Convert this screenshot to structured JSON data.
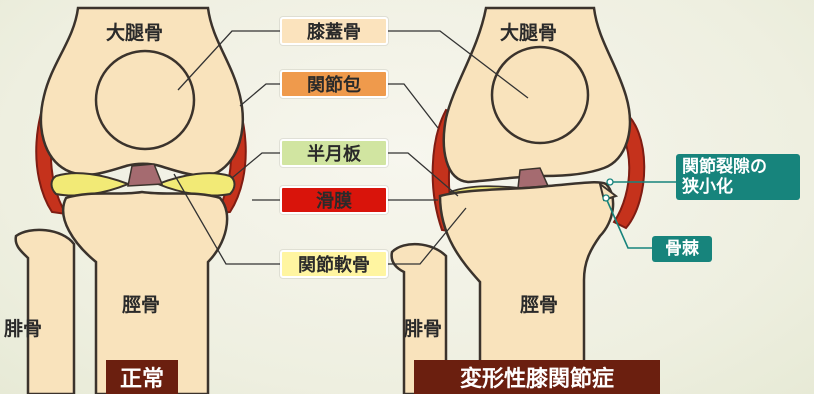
{
  "colors": {
    "bone": "#f9e3bc",
    "outline": "#3b332c",
    "capsule_red": "#c5321c",
    "capsule_dark": "#7f1c12",
    "meniscus": "#f2ea76",
    "synovium": "#a56b70",
    "box_tan": "#fbe3bd",
    "box_orange": "#ef9a4c",
    "box_green": "#d1e5a1",
    "box_red": "#d9140b",
    "box_yellow": "#fff5a1",
    "teal": "#17847c",
    "title_bg": "#6b1f0f"
  },
  "left_knee": {
    "femur_label": "大腿骨",
    "tibia_label": "脛骨",
    "fibula_label": "腓骨",
    "caption": "正常"
  },
  "right_knee": {
    "femur_label": "大腿骨",
    "tibia_label": "脛骨",
    "fibula_label": "腓骨",
    "caption": "変形性膝関節症"
  },
  "center_labels": {
    "patella": "膝蓋骨",
    "capsule": "関節包",
    "meniscus": "半月板",
    "synovium": "滑膜",
    "cartilage": "関節軟骨"
  },
  "callouts": {
    "narrowing": "関節裂隙の\n狭小化",
    "osteophyte": "骨棘"
  }
}
